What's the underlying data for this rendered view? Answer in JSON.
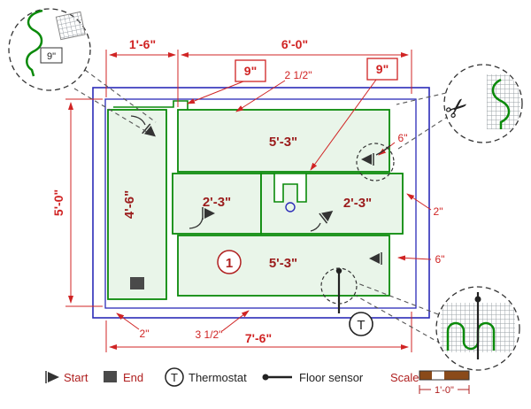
{
  "colors": {
    "room_outline_blue": "#2b2bb8",
    "mat_green": "#0a8a0a",
    "mat_fill_green": "#e9f5e9",
    "dimension_red": "#d02424",
    "mat_label_maroon": "#9b1c1c",
    "symbol_dark": "#333333",
    "scale_bar_brown": "#8a4a1a",
    "fixture_blue": "#2b2bb8"
  },
  "plan": {
    "zone_label": "1",
    "thermostat_label": "T",
    "mats": {
      "left": "4'-6\"",
      "top": "5'-3\"",
      "mid_left": "2'-3\"",
      "mid_right": "2'-3\"",
      "bottom": "5'-3\""
    },
    "dims": {
      "top_left": "1'-6\"",
      "top": "6'-0\"",
      "left": "5'-0\"",
      "bottom": "7'-6\""
    },
    "offsets": {
      "entry_width": "9\"",
      "top_gap": "2 1/2\"",
      "fixture_width": "9\"",
      "right_upper": "6\"",
      "right_gap": "2\"",
      "right_lower": "6\"",
      "bottom_left_gap": "2\"",
      "bottom_gap": "3 1/2\""
    }
  },
  "details": {
    "entry_label": "9\""
  },
  "icons": {
    "scissors": "✂"
  },
  "legend": {
    "start": "Start",
    "end": "End",
    "thermostat": "Thermostat",
    "thermostat_symbol": "T",
    "floor_sensor": "Floor sensor",
    "scale": "Scale",
    "scale_length": "1'-0\""
  }
}
